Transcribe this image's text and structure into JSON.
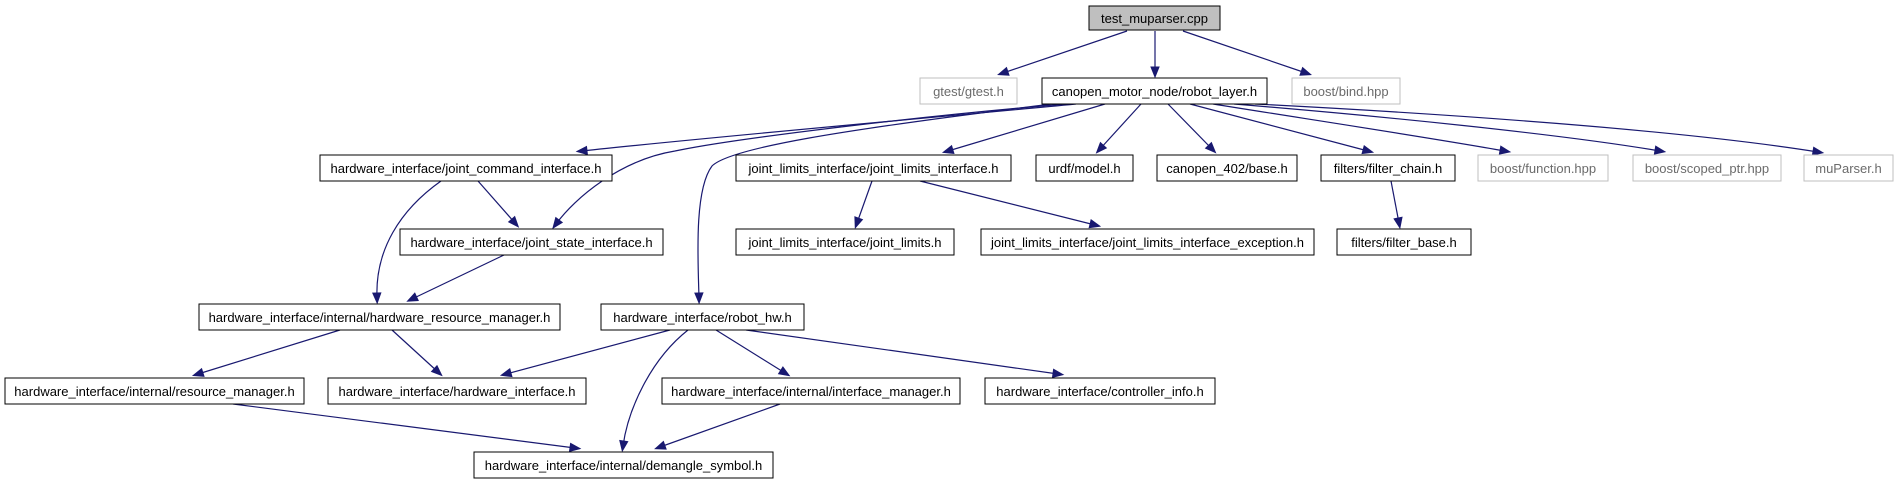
{
  "diagram": {
    "colors": {
      "edge": "#191970",
      "node_border": "#000000",
      "external_border": "#bfbfbf",
      "root_fill": "#bfbfbf",
      "external_text": "#6b6b6b"
    },
    "nodes": {
      "test_muparser": "test_muparser.cpp",
      "gtest": "gtest/gtest.h",
      "robot_layer": "canopen_motor_node/robot_layer.h",
      "boost_bind": "boost/bind.hpp",
      "joint_command_interface": "hardware_interface/joint_command_interface.h",
      "joint_limits_interface": "joint_limits_interface/joint_limits_interface.h",
      "urdf_model": "urdf/model.h",
      "canopen_base": "canopen_402/base.h",
      "filter_chain": "filters/filter_chain.h",
      "boost_function": "boost/function.hpp",
      "boost_scoped_ptr": "boost/scoped_ptr.hpp",
      "muparser": "muParser.h",
      "joint_state_interface": "hardware_interface/joint_state_interface.h",
      "joint_limits": "joint_limits_interface/joint_limits.h",
      "joint_limits_exception": "joint_limits_interface/joint_limits_interface_exception.h",
      "filter_base": "filters/filter_base.h",
      "hardware_resource_manager": "hardware_interface/internal/hardware_resource_manager.h",
      "robot_hw": "hardware_interface/robot_hw.h",
      "resource_manager": "hardware_interface/internal/resource_manager.h",
      "hardware_interface": "hardware_interface/hardware_interface.h",
      "interface_manager": "hardware_interface/internal/interface_manager.h",
      "controller_info": "hardware_interface/controller_info.h",
      "demangle_symbol": "hardware_interface/internal/demangle_symbol.h"
    },
    "edges": [
      [
        "test_muparser",
        "gtest"
      ],
      [
        "test_muparser",
        "robot_layer"
      ],
      [
        "test_muparser",
        "boost_bind"
      ],
      [
        "robot_layer",
        "joint_command_interface"
      ],
      [
        "robot_layer",
        "joint_state_interface"
      ],
      [
        "robot_layer",
        "robot_hw"
      ],
      [
        "robot_layer",
        "joint_limits_interface"
      ],
      [
        "robot_layer",
        "urdf_model"
      ],
      [
        "robot_layer",
        "canopen_base"
      ],
      [
        "robot_layer",
        "filter_chain"
      ],
      [
        "robot_layer",
        "boost_function"
      ],
      [
        "robot_layer",
        "boost_scoped_ptr"
      ],
      [
        "robot_layer",
        "muparser"
      ],
      [
        "joint_command_interface",
        "joint_state_interface"
      ],
      [
        "joint_command_interface",
        "hardware_resource_manager"
      ],
      [
        "joint_state_interface",
        "hardware_resource_manager"
      ],
      [
        "joint_limits_interface",
        "joint_limits"
      ],
      [
        "joint_limits_interface",
        "joint_limits_exception"
      ],
      [
        "filter_chain",
        "filter_base"
      ],
      [
        "hardware_resource_manager",
        "resource_manager"
      ],
      [
        "hardware_resource_manager",
        "hardware_interface"
      ],
      [
        "robot_hw",
        "hardware_interface"
      ],
      [
        "robot_hw",
        "demangle_symbol"
      ],
      [
        "robot_hw",
        "interface_manager"
      ],
      [
        "robot_hw",
        "controller_info"
      ],
      [
        "resource_manager",
        "demangle_symbol"
      ],
      [
        "interface_manager",
        "demangle_symbol"
      ]
    ]
  }
}
